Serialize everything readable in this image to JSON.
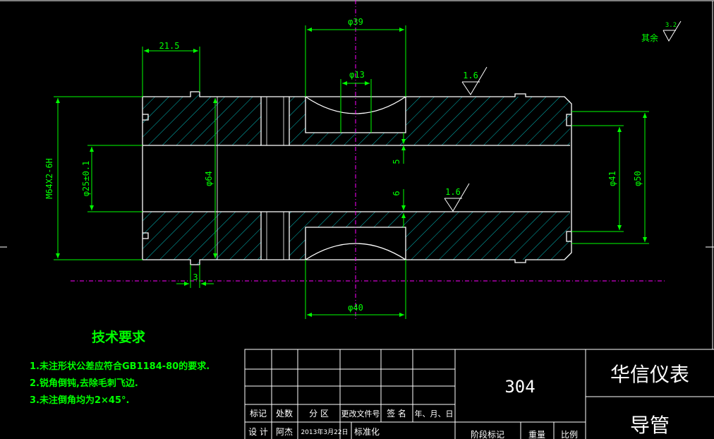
{
  "dimensions": {
    "d39": "φ39",
    "d13": "φ13",
    "d40": "φ40",
    "d64": "φ64",
    "d41": "φ41",
    "d50": "φ50",
    "d25": "φ25±0.1",
    "thread": "M64X2-6H",
    "len21": "21.5",
    "len3": "3",
    "len5": "5",
    "len6": "6",
    "ra_top": "1.6",
    "ra_mid": "1.6",
    "ra_rest_value": "3.2",
    "ra_rest_label": "其余"
  },
  "tech": {
    "title": "技术要求",
    "items": [
      "1.未注形状公差应符合GB1184-80的要求.",
      "2.锐角倒钝,去除毛刺飞边.",
      "3.未注倒角均为2×45°."
    ]
  },
  "titleblock": {
    "row_labels": [
      "标记",
      "处数",
      "分 区",
      "更改文件号",
      "签 名",
      "年、月、日"
    ],
    "design_label": "设 计",
    "designer": "阿杰",
    "date": "2013年3月22日",
    "standard_label": "标准化",
    "stage_label": "阶段标记",
    "weight_label": "重量",
    "scale_label": "比例",
    "material": "304",
    "company": "华信仪表",
    "part_name": "导管"
  },
  "colors": {
    "outline": "#ffffff",
    "dimension": "#00ff00",
    "hatch": "#00bfbf",
    "centerline": "#ff00ff",
    "background": "#000000"
  }
}
